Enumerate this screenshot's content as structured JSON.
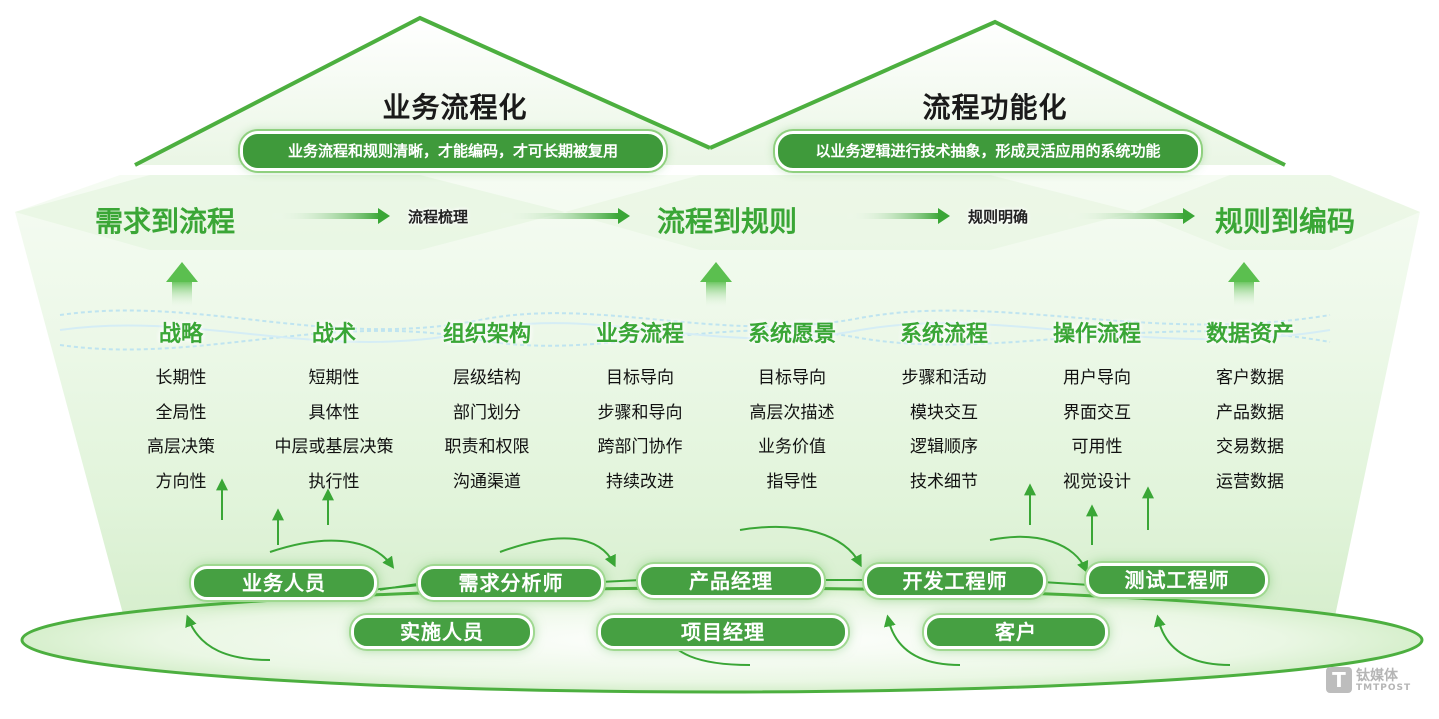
{
  "roof": {
    "left_title": "业务流程化",
    "left_subtitle": "业务流程和规则清晰，才能编码，才可长期被复用",
    "right_title": "流程功能化",
    "right_subtitle": "以业务逻辑进行技术抽象，形成灵活应用的系统功能"
  },
  "stages": {
    "demand_to_process": "需求到流程",
    "process_sorting": "流程梳理",
    "process_to_rules": "流程到规则",
    "rules_clarity": "规则明确",
    "rules_to_code": "规则到编码"
  },
  "columns": [
    {
      "head": "战略",
      "items": [
        "长期性",
        "全局性",
        "高层决策",
        "方向性"
      ]
    },
    {
      "head": "战术",
      "items": [
        "短期性",
        "具体性",
        "中层或基层决策",
        "执行性"
      ]
    },
    {
      "head": "组织架构",
      "items": [
        "层级结构",
        "部门划分",
        "职责和权限",
        "沟通渠道"
      ]
    },
    {
      "head": "业务流程",
      "items": [
        "目标导向",
        "步骤和导向",
        "跨部门协作",
        "持续改进"
      ]
    },
    {
      "head": "系统愿景",
      "items": [
        "目标导向",
        "高层次描述",
        "业务价值",
        "指导性"
      ]
    },
    {
      "head": "系统流程",
      "items": [
        "步骤和活动",
        "模块交互",
        "逻辑顺序",
        "技术细节"
      ]
    },
    {
      "head": "操作流程",
      "items": [
        "用户导向",
        "界面交互",
        "可用性",
        "视觉设计"
      ]
    },
    {
      "head": "数据资产",
      "items": [
        "客户数据",
        "产品数据",
        "交易数据",
        "运营数据"
      ]
    }
  ],
  "roles": {
    "business_staff": "业务人员",
    "requirements_analyst": "需求分析师",
    "product_manager": "产品经理",
    "dev_engineer": "开发工程师",
    "test_engineer": "测试工程师",
    "implementation_staff": "实施人员",
    "project_manager": "项目经理",
    "customer": "客户"
  },
  "watermark": {
    "mark": "T",
    "name": "钛媒体",
    "name_en": "TMTPOST"
  },
  "colors": {
    "accent_green": "#3aa636",
    "pill_green": "#3f9a3b",
    "roof_line": "#4caf3f"
  }
}
